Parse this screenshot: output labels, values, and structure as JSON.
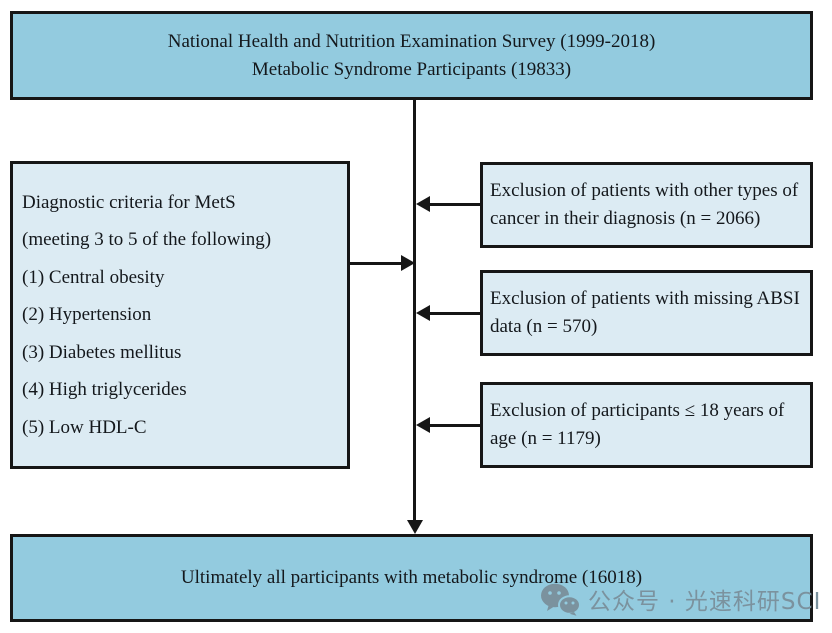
{
  "diagram": {
    "top_box": {
      "lines": [
        "National Health and Nutrition Examination Survey (1999-2018)",
        "Metabolic Syndrome Participants (19833)"
      ]
    },
    "criteria_box": {
      "lines": [
        "Diagnostic criteria for MetS",
        "(meeting 3 to 5 of the following)",
        "(1) Central obesity",
        "(2) Hypertension",
        "(3) Diabetes mellitus",
        "(4) High triglycerides",
        "(5) Low HDL-C"
      ]
    },
    "exclusion_boxes": [
      {
        "text": "Exclusion of patients with other types of cancer in their diagnosis (n = 2066)"
      },
      {
        "text": "Exclusion of patients with missing ABSI data (n = 570)"
      },
      {
        "text": "Exclusion of participants ≤ 18 years of age (n = 1179)"
      }
    ],
    "bottom_box": {
      "text": "Ultimately all participants with metabolic syndrome (16018)"
    },
    "colors": {
      "primary_fill": "#93cbdf",
      "secondary_fill": "#dcebf3",
      "border": "#161616",
      "watermark": "#7b929e"
    }
  },
  "watermark": {
    "icon": "wechat-icon",
    "text": "公众号 · 光速科研SCI"
  }
}
